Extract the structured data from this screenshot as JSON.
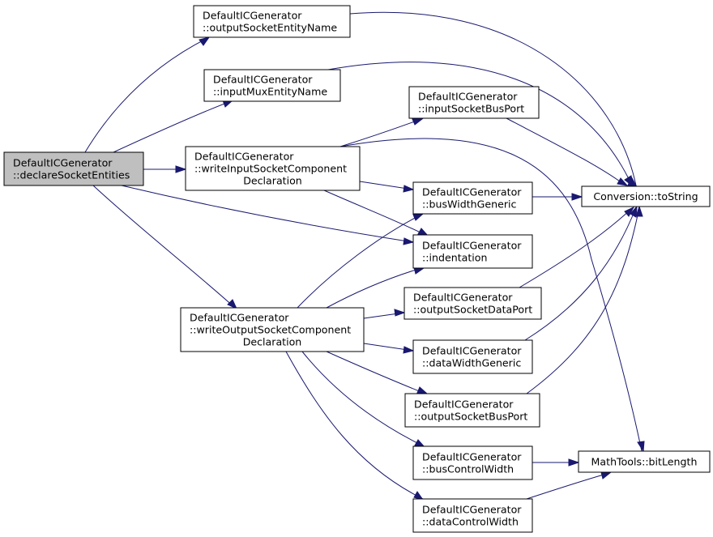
{
  "diagram": {
    "type": "call-graph",
    "edge_color": "#191970",
    "root_fill": "#bfbfbf",
    "nodes": [
      {
        "id": "declare",
        "lines": [
          "DefaultICGenerator",
          "::declareSocketEntities"
        ],
        "root": true
      },
      {
        "id": "outEntName",
        "lines": [
          "DefaultICGenerator",
          "::outputSocketEntityName"
        ]
      },
      {
        "id": "inMuxEntName",
        "lines": [
          "DefaultICGenerator",
          "::inputMuxEntityName"
        ]
      },
      {
        "id": "writeIn",
        "lines": [
          "DefaultICGenerator",
          "::writeInputSocketComponent",
          "Declaration"
        ]
      },
      {
        "id": "writeOut",
        "lines": [
          "DefaultICGenerator",
          "::writeOutputSocketComponent",
          "Declaration"
        ]
      },
      {
        "id": "inBusPort",
        "lines": [
          "DefaultICGenerator",
          "::inputSocketBusPort"
        ]
      },
      {
        "id": "busWidth",
        "lines": [
          "DefaultICGenerator",
          "::busWidthGeneric"
        ]
      },
      {
        "id": "indent",
        "lines": [
          "DefaultICGenerator",
          "::indentation"
        ]
      },
      {
        "id": "outDataPort",
        "lines": [
          "DefaultICGenerator",
          "::outputSocketDataPort"
        ]
      },
      {
        "id": "dataWidth",
        "lines": [
          "DefaultICGenerator",
          "::dataWidthGeneric"
        ]
      },
      {
        "id": "outBusPort",
        "lines": [
          "DefaultICGenerator",
          "::outputSocketBusPort"
        ]
      },
      {
        "id": "busCtrl",
        "lines": [
          "DefaultICGenerator",
          "::busControlWidth"
        ]
      },
      {
        "id": "dataCtrl",
        "lines": [
          "DefaultICGenerator",
          "::dataControlWidth"
        ]
      },
      {
        "id": "toString",
        "lines": [
          "Conversion::toString"
        ]
      },
      {
        "id": "bitLength",
        "lines": [
          "MathTools::bitLength"
        ]
      }
    ],
    "edges": [
      [
        "declare",
        "outEntName"
      ],
      [
        "declare",
        "inMuxEntName"
      ],
      [
        "declare",
        "writeIn"
      ],
      [
        "declare",
        "indent"
      ],
      [
        "declare",
        "writeOut"
      ],
      [
        "outEntName",
        "toString"
      ],
      [
        "inMuxEntName",
        "toString"
      ],
      [
        "writeIn",
        "inBusPort"
      ],
      [
        "writeIn",
        "bitLength"
      ],
      [
        "writeIn",
        "busWidth"
      ],
      [
        "writeIn",
        "indent"
      ],
      [
        "inBusPort",
        "toString"
      ],
      [
        "busWidth",
        "toString"
      ],
      [
        "writeOut",
        "busWidth"
      ],
      [
        "writeOut",
        "indent"
      ],
      [
        "writeOut",
        "outDataPort"
      ],
      [
        "writeOut",
        "dataWidth"
      ],
      [
        "writeOut",
        "outBusPort"
      ],
      [
        "writeOut",
        "busCtrl"
      ],
      [
        "writeOut",
        "dataCtrl"
      ],
      [
        "outDataPort",
        "toString"
      ],
      [
        "dataWidth",
        "toString"
      ],
      [
        "outBusPort",
        "toString"
      ],
      [
        "busCtrl",
        "bitLength"
      ],
      [
        "dataCtrl",
        "bitLength"
      ]
    ]
  }
}
